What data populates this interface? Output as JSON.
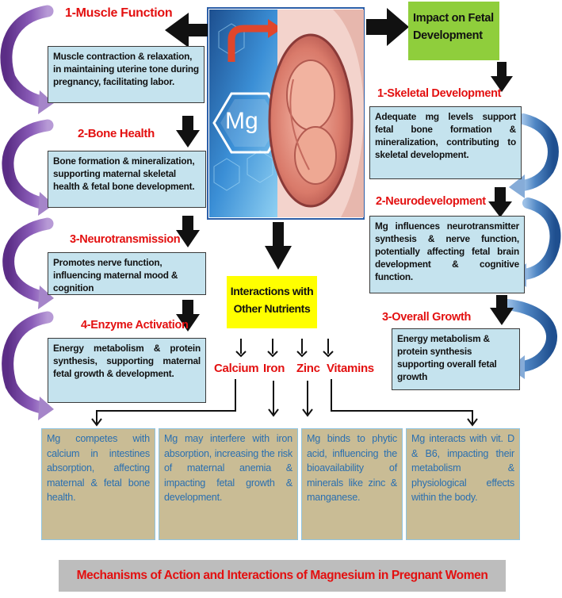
{
  "maternal": {
    "muscle": {
      "title": "1-Muscle Function",
      "text": "Muscle contraction & relaxation, in maintaining uterine tone during pregnancy, facilitating labor."
    },
    "bone": {
      "title": "2-Bone Health",
      "text": "Bone formation & mineralization, supporting maternal skeletal health & fetal bone development."
    },
    "neurotransmission": {
      "title": "3-Neurotransmission",
      "text": "Promotes nerve function, influencing maternal mood & cognition"
    },
    "enzyme": {
      "title": "4-Enzyme Activation",
      "text": "Energy metabolism & protein synthesis, supporting maternal fetal growth & development."
    }
  },
  "center_image": {
    "mg_label": "Mg"
  },
  "fetal": {
    "header": "Impact on Fetal Development",
    "skeletal": {
      "title": "1-Skeletal Development",
      "text": "Adequate mg levels support fetal bone formation & mineralization, contributing to skeletal development."
    },
    "neuro": {
      "title": "2-Neurodevelopment",
      "text": "Mg influences neurotransmitter synthesis & nerve function, potentially affecting fetal brain development & cognitive function."
    },
    "growth": {
      "title": "3-Overall Growth",
      "text": "Energy metabolism & protein synthesis supporting overall fetal growth"
    }
  },
  "interactions": {
    "title": "Interactions with Other Nutrients",
    "nutrients": [
      {
        "name": "Calcium",
        "text": "Mg competes with calcium in intestines absorption, affecting maternal & fetal bone health."
      },
      {
        "name": "Iron",
        "text": "Mg may interfere with iron absorption, increasing the risk of maternal anemia & impacting fetal growth & development."
      },
      {
        "name": "Zinc",
        "text": "Mg binds to phytic acid, influencing the bioavailability of minerals like zinc & manganese."
      },
      {
        "name": "Vitamins",
        "text": "Mg interacts with vit. D & B6, impacting their metabolism & physiological effects within the body."
      }
    ]
  },
  "footer": {
    "title": "Mechanisms of Action and Interactions of Magnesium in Pregnant Women"
  },
  "colors": {
    "heading_red": "#e31010",
    "box_blue": "#c5e3ee",
    "box_tan": "#c9bc95",
    "text_blue": "#2a6fb0",
    "curve_purple": "#7e4fa8",
    "curve_blue": "#3f74b4",
    "header_green": "#8fce3c",
    "interactions_yellow": "#ffff00",
    "footer_gray": "#bdbdbd"
  }
}
